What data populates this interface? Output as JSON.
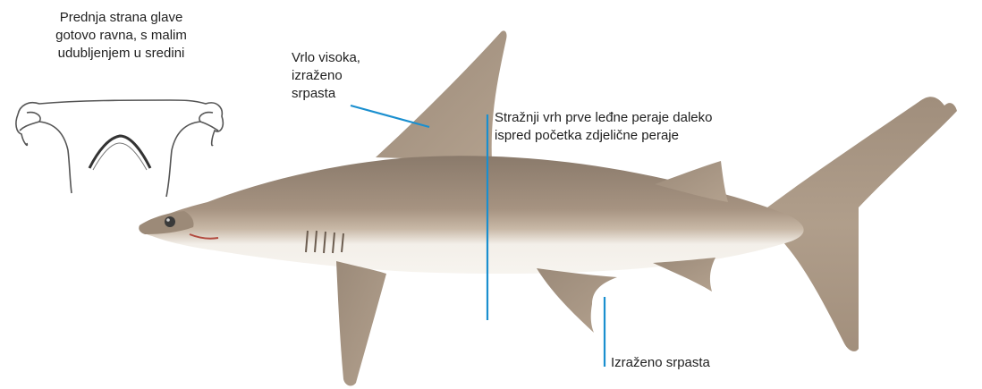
{
  "annotations": {
    "head_front": {
      "lines": [
        "Prednja strana glave",
        "gotovo ravna, s malim",
        "udubljenjem u sredini"
      ]
    },
    "first_dorsal_fin": {
      "lines": [
        "Vrlo visoka,",
        "izraženo",
        "srpasta"
      ]
    },
    "dorsal_rear_tip": {
      "lines": [
        "Stražnji vrh prve leđne peraje daleko",
        "ispred početka zdjelične peraje"
      ]
    },
    "pelvic_fin": {
      "lines": [
        "Izraženo srpasta"
      ]
    }
  },
  "colors": {
    "leader_line": "#1a8fcf",
    "body_dark": "#8f7f70",
    "body_mid": "#a89684",
    "belly": "#f4f0ea",
    "outline": "#555555"
  }
}
